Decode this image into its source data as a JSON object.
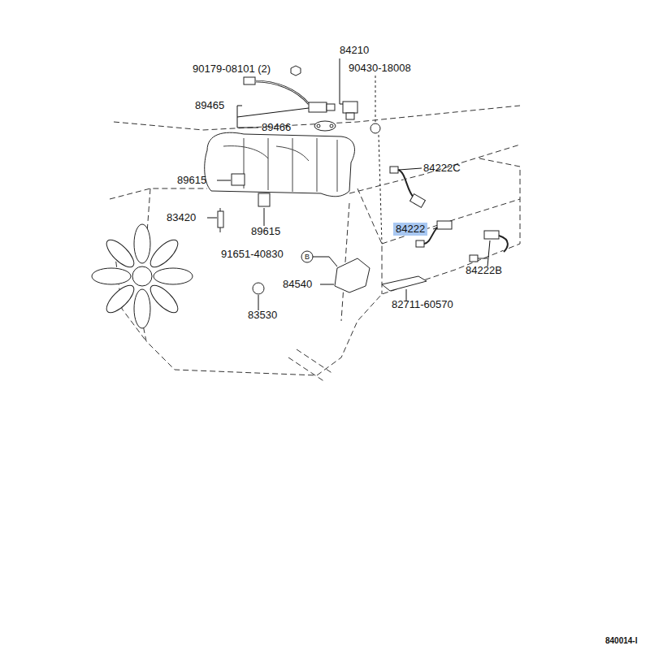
{
  "diagram": {
    "nodes": [
      {
        "text": [
          "84222"
        ]
      }
    ],
    "labels": [
      "90179-08101 (2)",
      "84210",
      "90430-18008",
      "89465",
      "89466",
      "84222C",
      "89615",
      "83420",
      "89615",
      "91651-40830",
      "B",
      "84540",
      "83530",
      "82711-60570",
      "84222B",
      "840014-I"
    ]
  }
}
